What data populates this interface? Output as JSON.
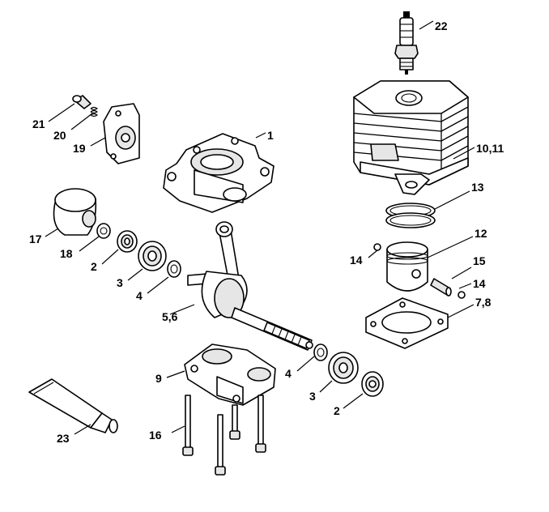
{
  "callouts": {
    "c1": "1",
    "c2a": "2",
    "c2b": "2",
    "c3a": "3",
    "c3b": "3",
    "c4a": "4",
    "c4b": "4",
    "c56": "5,6",
    "c78": "7,8",
    "c9": "9",
    "c1011": "10,11",
    "c12": "12",
    "c13": "13",
    "c14a": "14",
    "c14b": "14",
    "c15": "15",
    "c16": "16",
    "c17": "17",
    "c18": "18",
    "c19": "19",
    "c20": "20",
    "c21": "21",
    "c22": "22",
    "c23": "23"
  }
}
